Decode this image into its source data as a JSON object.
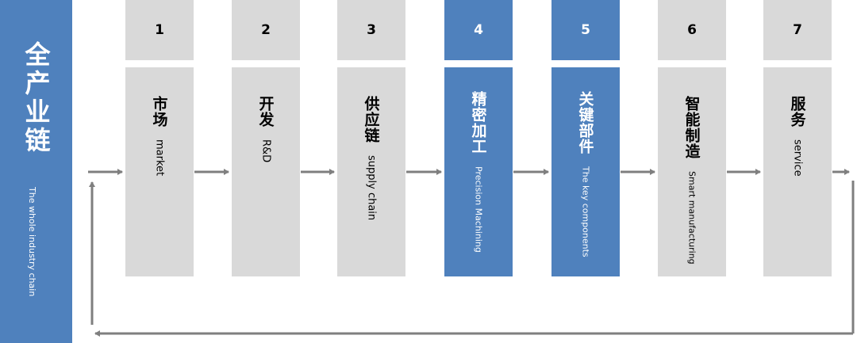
{
  "side": {
    "title_zh": "全产业链",
    "title_en": "The whole industry chain"
  },
  "colors": {
    "highlight": "#4f81bd",
    "default": "#d9d9d9",
    "arrow": "#7f7f7f"
  },
  "steps": [
    {
      "num": "1",
      "zh": "市场",
      "en": "market",
      "highlight": false
    },
    {
      "num": "2",
      "zh": "开发",
      "en": "R&D",
      "highlight": false
    },
    {
      "num": "3",
      "zh": "供应链",
      "en": "supply chain",
      "highlight": false
    },
    {
      "num": "4",
      "zh": "精密加工",
      "en": "Precision Machining",
      "highlight": true
    },
    {
      "num": "5",
      "zh": "关键部件",
      "en": "The key components",
      "highlight": true
    },
    {
      "num": "6",
      "zh": "智能制造",
      "en": "Smart manufacturing",
      "highlight": false
    },
    {
      "num": "7",
      "zh": "服务",
      "en": "service",
      "highlight": false
    }
  ]
}
